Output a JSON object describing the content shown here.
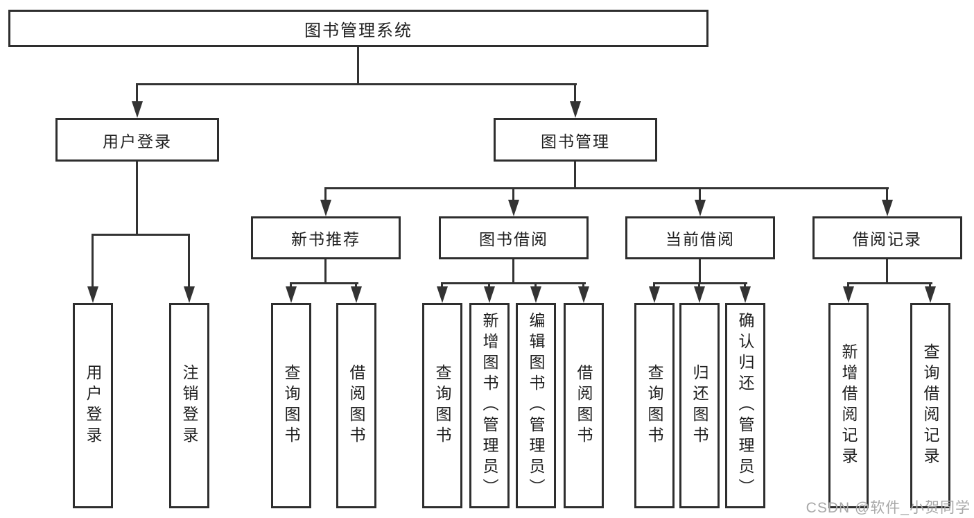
{
  "diagram": {
    "root_label": "图书管理系统",
    "level2": [
      {
        "label": "用户登录"
      },
      {
        "label": "图书管理"
      }
    ],
    "level3": [
      {
        "label": "新书推荐"
      },
      {
        "label": "图书借阅"
      },
      {
        "label": "当前借阅"
      },
      {
        "label": "借阅记录"
      }
    ],
    "leaves": {
      "user_login": [
        "用户登录",
        "注销登录"
      ],
      "new_book": [
        "查询图书",
        "借阅图书"
      ],
      "book_borrow": [
        "查询图书",
        "新增图书（管理员）",
        "编辑图书（管理员）",
        "借阅图书"
      ],
      "current_borrow": [
        "查询图书",
        "归还图书",
        "确认归还（管理员）"
      ],
      "borrow_record": [
        "新增借阅记录",
        "查询借阅记录"
      ]
    }
  },
  "watermark": {
    "text": "CSDN @软件_小贺同学",
    "color": "#a8a8a8"
  },
  "colors": {
    "line": "#333333",
    "box_border": "#2e2e2e",
    "text": "#1f1f1f",
    "background": "#ffffff"
  }
}
